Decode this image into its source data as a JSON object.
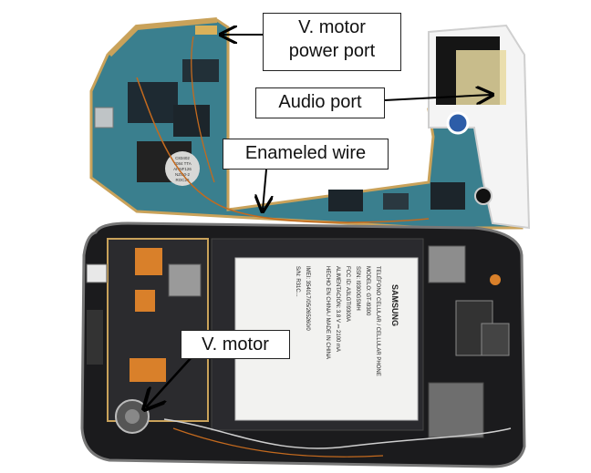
{
  "labels": {
    "vmotor_power_port": [
      "V. motor",
      "power port"
    ],
    "audio_port": "Audio port",
    "enameled_wire": "Enameled wire",
    "vmotor": "V. motor"
  },
  "chips": {
    "chip_a": [
      "C83402",
      "T084 TTA",
      "AHNF126",
      "NZG0-2",
      "ROC26"
    ]
  },
  "battery": {
    "brand": "SAMSUNG",
    "line1": "TELÉFONO CELULAR / CELLULAR PHONE",
    "line2": "MODELO: GT-I9300",
    "line3": "SSN: I9300GSMH",
    "line4": "FCC ID: A3LGTI9300A",
    "line5": "ALIMENTACIÓN: 3.8 V ⎓ 2100 mA",
    "line6": "HECHO EN CHINA / MADE IN CHINA",
    "imei": "IMEI: 354017/05/265260/0",
    "sn": "S/N: R31C..."
  },
  "colors": {
    "pcb": "#3a7f8e",
    "pcb_edge": "#c9a25a",
    "phone_frame": "#1b1b1d",
    "battery_body": "#2a2a2e",
    "label_paper": "#f2f2f0",
    "tape": "#e8d9a0",
    "copper": "#c46a1e"
  }
}
